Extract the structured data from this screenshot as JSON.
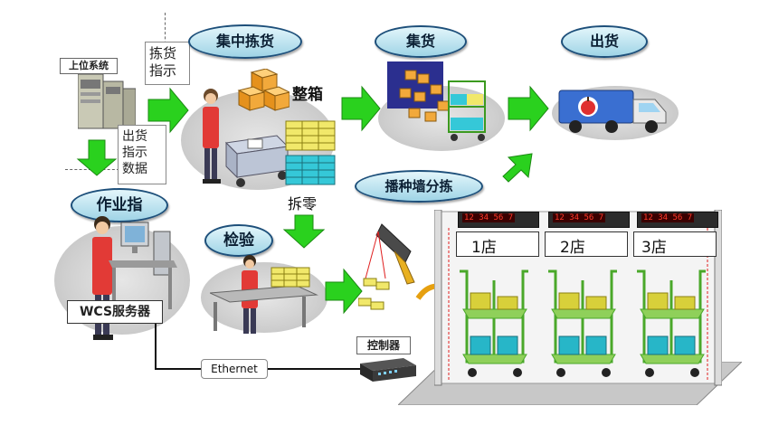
{
  "labels": {
    "host_system": "上位系统",
    "picking_instruction": "拣货\n指示",
    "shipping_data": "出货\n指示\n数据",
    "central_picking": "集中拣货",
    "consolidation": "集货",
    "shipping": "出货",
    "full_case": "整箱",
    "broken_case": "拆零",
    "sorting_wall": "播种墙分拣",
    "work_instruction": "作业指",
    "inspection": "检验",
    "wcs_server": "WCS服务器",
    "controller": "控制器",
    "ethernet": "Ethernet"
  },
  "stores": [
    "1店",
    "2店",
    "3店"
  ],
  "display_readout": "12 34 56 7",
  "colors": {
    "arrow_green": "#2ad11e",
    "oval_fill": "#bfe6f1",
    "oval_border": "#1d4f7a",
    "box_orange": "#f2a93b",
    "box_yellow": "#f1e86a",
    "box_cyan": "#35c8d8",
    "cart_green": "#6cc43a",
    "display_red": "#e8261e"
  }
}
